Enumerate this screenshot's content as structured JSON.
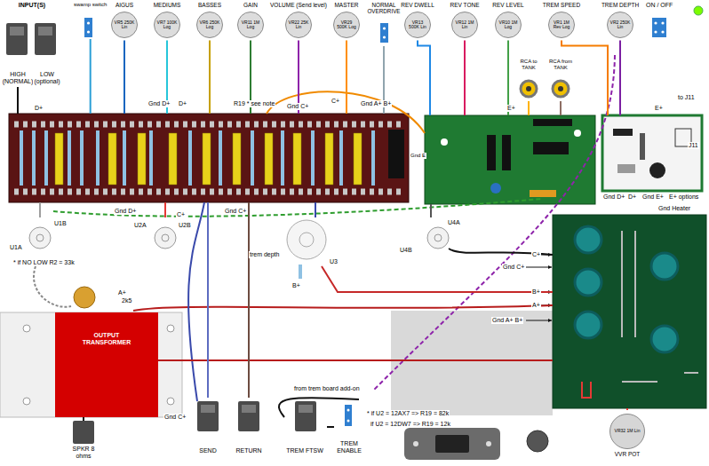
{
  "diagram": {
    "nodes": [
      {
        "text": [
          "INPUT(S)"
        ]
      },
      {
        "text": [
          "HIGH (NORMAL)"
        ],
        "in": 0
      },
      {
        "text": [
          "LOW (optional)"
        ],
        "in": 0
      },
      {
        "text": [
          "swamp switch"
        ]
      },
      {
        "text": [
          "AIGUS",
          "VR5 250K Lin"
        ]
      },
      {
        "text": [
          "MEDIUMS",
          "VR7 100K Log"
        ]
      },
      {
        "text": [
          "BASSES",
          "VR6 250K Log"
        ]
      },
      {
        "text": [
          "GAIN",
          "VR11 1M Log"
        ]
      },
      {
        "text": [
          "VOLUME (Send level)",
          "VR22 25K Lin"
        ]
      },
      {
        "text": [
          "MASTER",
          "VR29 500K Log"
        ]
      },
      {
        "text": [
          "NORMAL OVERDRIVE"
        ]
      },
      {
        "text": [
          "REV DWELL",
          "VR13 500K Lin"
        ]
      },
      {
        "text": [
          "REV TONE",
          "VR12 1M Lin"
        ]
      },
      {
        "text": [
          "REV LEVEL",
          "VR10 1M Log"
        ]
      },
      {
        "text": [
          "TREM SPEED",
          "VR1 1M Rev Log"
        ]
      },
      {
        "text": [
          "TREM DEPTH",
          "VR2 250K Lin"
        ]
      },
      {
        "text": [
          "ON / OFF"
        ]
      },
      {
        "text": [
          "R19 * see note"
        ]
      },
      {
        "text": [
          "RCA to TANK"
        ]
      },
      {
        "text": [
          "RCA from TANK"
        ]
      },
      {
        "text": [
          "E+"
        ]
      },
      {
        "text": [
          "E+"
        ]
      },
      {
        "text": [
          "U1A",
          "U1B"
        ]
      },
      {
        "text": [
          "U2A",
          "U2B"
        ]
      },
      {
        "text": [
          "U3"
        ]
      },
      {
        "text": [
          "U4A",
          "U4B"
        ]
      },
      {
        "text": [
          "Gnd Heater"
        ]
      },
      {
        "text": [
          "OUTPUT TRANSFORMER"
        ]
      },
      {
        "text": [
          "SPKR 8 ohms"
        ]
      },
      {
        "text": [
          "SEND"
        ]
      },
      {
        "text": [
          "RETURN"
        ]
      },
      {
        "text": [
          "TREM FTSW"
        ]
      },
      {
        "text": [
          "TREM ENABLE"
        ]
      },
      {
        "text": [
          "VR32 1M Lin",
          "VVR POT"
        ]
      }
    ],
    "edges": [
      {
        "from": 1,
        "to": 17,
        "arrow": "none"
      },
      {
        "from": 3,
        "to": 17,
        "arrow": "none"
      },
      {
        "from": 4,
        "to": 17,
        "arrow": "none"
      },
      {
        "from": 5,
        "to": 17,
        "arrow": "none"
      },
      {
        "from": 6,
        "to": 17,
        "arrow": "none"
      },
      {
        "from": 7,
        "to": 17,
        "arrow": "none"
      },
      {
        "from": 8,
        "to": 17,
        "arrow": "none"
      },
      {
        "from": 9,
        "to": 17,
        "arrow": "none"
      },
      {
        "from": 10,
        "to": 17,
        "arrow": "none"
      },
      {
        "from": 11,
        "to": 20,
        "arrow": "none"
      },
      {
        "from": 12,
        "to": 20,
        "arrow": "none"
      },
      {
        "from": 13,
        "to": 20,
        "arrow": "none"
      },
      {
        "from": 18,
        "to": 20,
        "arrow": "none"
      },
      {
        "from": 19,
        "to": 20,
        "arrow": "none"
      },
      {
        "from": 14,
        "to": 21,
        "arrow": "none"
      },
      {
        "from": 15,
        "to": 21,
        "arrow": "none"
      },
      {
        "from": 17,
        "to": 22,
        "arrow": "none"
      },
      {
        "from": 17,
        "to": 23,
        "arrow": "none"
      },
      {
        "from": 17,
        "to": 24,
        "arrow": "none"
      },
      {
        "from": 25,
        "to": 20,
        "arrow": "none"
      },
      {
        "from": 26,
        "to": 27,
        "arrow": "none"
      },
      {
        "from": 27,
        "to": 28,
        "arrow": "none"
      },
      {
        "from": 33,
        "to": 26,
        "arrow": "none"
      },
      {
        "from": 29,
        "to": 17,
        "arrow": "none"
      },
      {
        "from": 30,
        "to": 17,
        "arrow": "none"
      },
      {
        "from": 31,
        "to": 32,
        "arrow": "none"
      }
    ],
    "labels": [
      "Gnd D+",
      "D+",
      "Gnd C+",
      "C+",
      "Gnd A+ B+",
      "D+",
      "Gnd E",
      "to J11",
      "J11",
      "Gnd D+",
      "D+",
      "Gnd E+",
      "E+ options",
      "Gnd D+",
      "C+",
      "Gnd C+",
      "* if NO LOW R2 = 33k",
      "trem depth",
      "B+",
      "A+",
      "2k5",
      "C+",
      "Gnd C+",
      "B+",
      "A+",
      "Gnd A+ B+",
      "Gnd C+",
      "from trem board add-on",
      "* if U2 = 12AX7 => R19 = 82k",
      "if U2 = 12DW7 => R19 = 12k"
    ]
  }
}
